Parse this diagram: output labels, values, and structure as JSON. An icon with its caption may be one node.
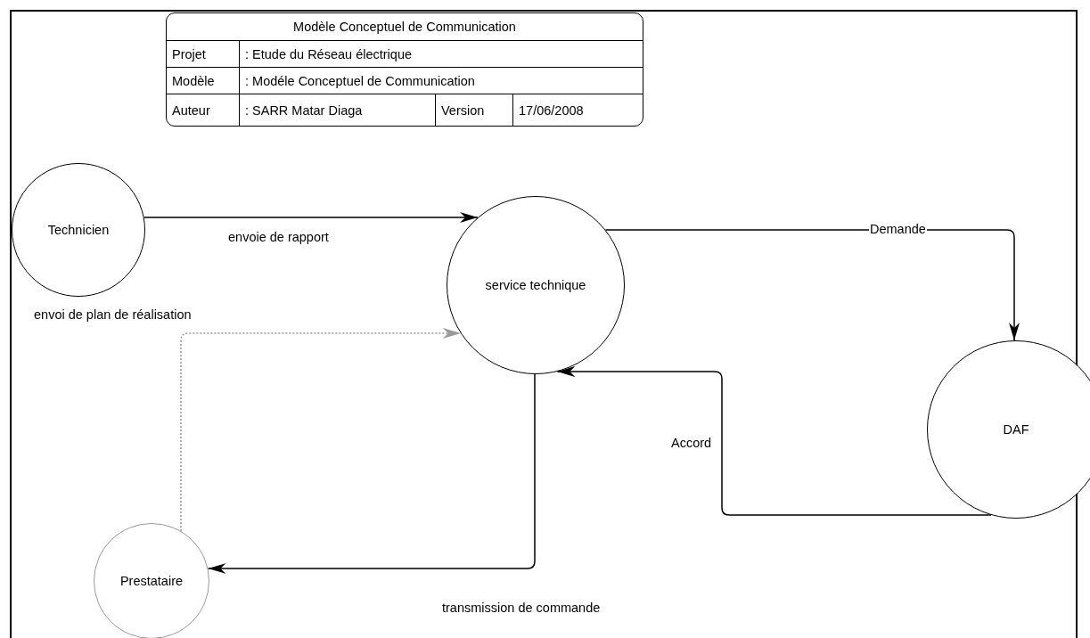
{
  "diagram": {
    "title": "Modèle Conceptuel de Communication",
    "nodes": [
      {
        "text": [
          "Technicien"
        ]
      },
      {
        "text": [
          "service technique"
        ]
      },
      {
        "text": [
          "DAF"
        ]
      },
      {
        "text": [
          "Prestataire"
        ]
      }
    ],
    "edges": [
      {
        "from": 0,
        "to": 1,
        "arrow": "to",
        "label": "envoie de rapport"
      },
      {
        "from": 1,
        "to": 2,
        "arrow": "to",
        "label": "Demande"
      },
      {
        "from": 2,
        "to": 1,
        "arrow": "to",
        "label": "Accord"
      },
      {
        "from": 1,
        "to": 3,
        "arrow": "to",
        "label": "transmission de commande"
      },
      {
        "from": 3,
        "to": 1,
        "arrow": "to",
        "label": "envoi de plan de réalisation",
        "style": "dashed",
        "color": "#9a9a9a"
      }
    ],
    "labels": [
      "Projet",
      ": Etude du Réseau électrique",
      "Modèle",
      ": Modéle Conceptuel de Communication",
      "Auteur",
      ": SARR Matar Diaga",
      "Version",
      "17/06/2008"
    ]
  }
}
